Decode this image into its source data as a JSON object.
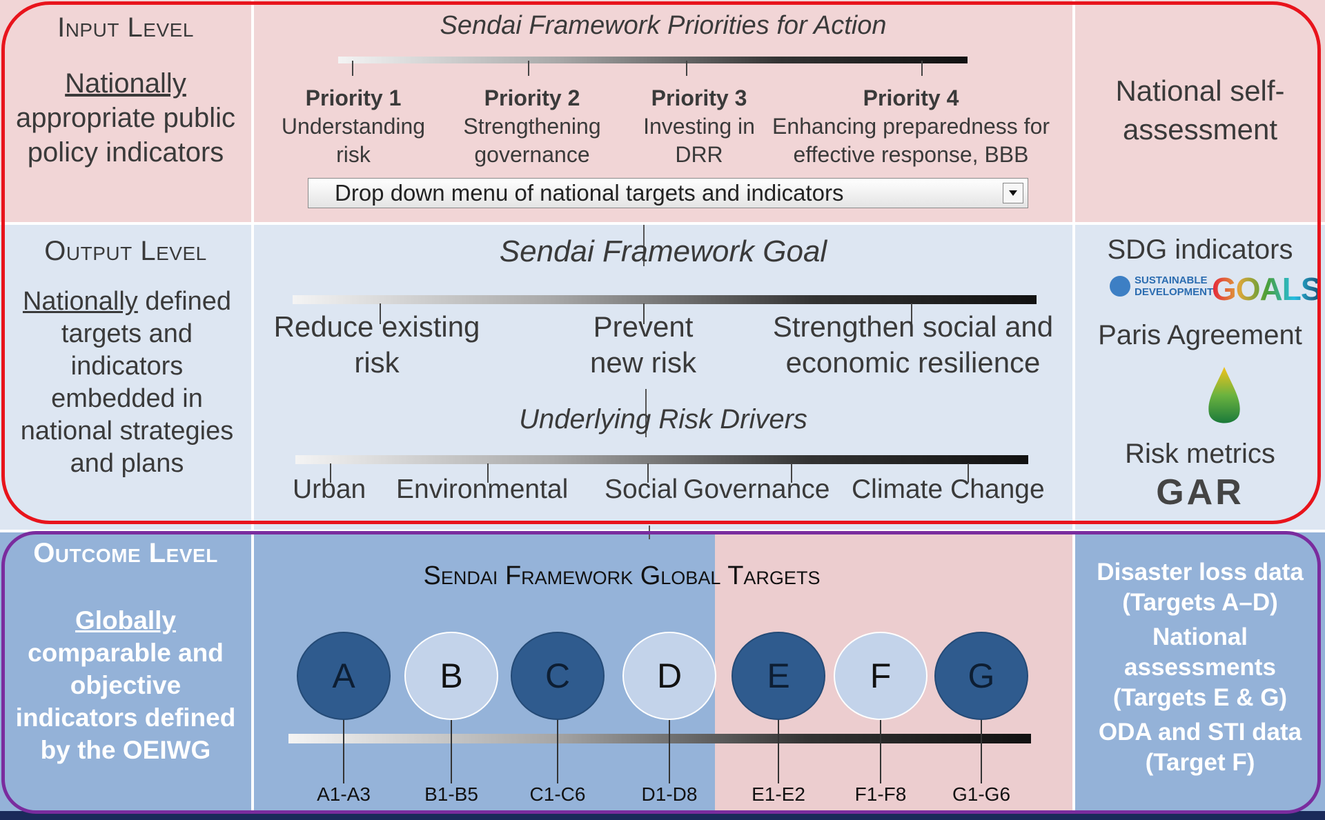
{
  "input": {
    "level_title": "Input Level",
    "subtitle_underlined": "Nationally",
    "subtitle_rest": "appropriate public policy indicators",
    "center_title": "Sendai Framework Priorities for Action",
    "priorities": [
      {
        "name": "Priority 1",
        "desc": "Understanding risk"
      },
      {
        "name": "Priority 2",
        "desc": "Strengthening governance"
      },
      {
        "name": "Priority 3",
        "desc": "Investing in DRR"
      },
      {
        "name": "Priority 4",
        "desc": "Enhancing preparedness for effective response, BBB"
      }
    ],
    "dropdown_label": "Drop down menu of national targets and indicators",
    "right_text": "National self-assessment"
  },
  "output": {
    "level_title": "Output Level",
    "subtitle_underlined": "Nationally",
    "subtitle_rest": "defined targets and indicators embedded in national strategies and plans",
    "goal_title": "Sendai Framework Goal",
    "goals": [
      "Reduce existing risk",
      "Prevent new risk",
      "Strengthen social and economic resilience"
    ],
    "drivers_title": "Underlying Risk Drivers",
    "drivers": [
      "Urban",
      "Environmental",
      "Social",
      "Governance",
      "Climate Change"
    ],
    "right": {
      "sdg_title": "SDG indicators",
      "sdg_logo_small": "SUSTAINABLE DEVELOPMENT",
      "sdg_logo_big": "GOALS",
      "paris_title": "Paris Agreement",
      "risk_title": "Risk metrics",
      "gar_logo": "GAR"
    }
  },
  "outcome": {
    "level_title": "Outcome Level",
    "subtitle_underlined": "Globally",
    "subtitle_rest": "comparable and objective indicators defined by the OEIWG",
    "center_title": "Sendai Framework Global Targets",
    "targets": [
      {
        "letter": "A",
        "code": "A1-A3",
        "style": "dark"
      },
      {
        "letter": "B",
        "code": "B1-B5",
        "style": "light"
      },
      {
        "letter": "C",
        "code": "C1-C6",
        "style": "dark"
      },
      {
        "letter": "D",
        "code": "D1-D8",
        "style": "light"
      },
      {
        "letter": "E",
        "code": "E1-E2",
        "style": "dark"
      },
      {
        "letter": "F",
        "code": "F1-F8",
        "style": "light"
      },
      {
        "letter": "G",
        "code": "G1-G6",
        "style": "dark"
      }
    ],
    "right_lines": [
      "Disaster loss data",
      "(Targets A–D)",
      "National assessments",
      "(Targets E & G)",
      "ODA and STI data",
      "(Target F)"
    ]
  },
  "colors": {
    "input_bg": "#f1d5d6",
    "output_bg": "#dde6f2",
    "outcome_left_bg": "#94b2d8",
    "outcome_mid_blue": "#95b3d9",
    "outcome_mid_pink": "#eccdcf",
    "red_outline": "#e8141c",
    "purple_outline": "#7a2c9e",
    "footer_bar": "#1a2a5a"
  }
}
